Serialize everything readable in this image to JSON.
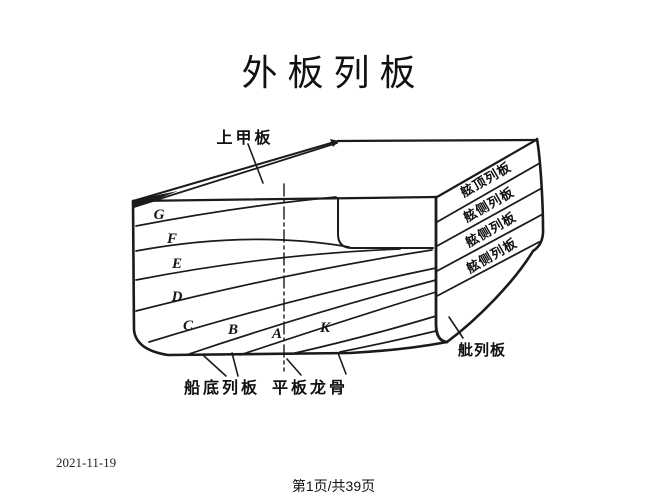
{
  "slide": {
    "title": "外板列板",
    "date": "2021-11-19",
    "page_indicator": "第1页/共39页"
  },
  "diagram": {
    "labels": {
      "upper_deck": "上甲板",
      "sheer_strake": "舷顶列板",
      "side_strake_1": "舷侧列板",
      "side_strake_2": "舷侧列板",
      "side_strake_3": "舷侧列板",
      "bilge_strake": "舭列板",
      "bottom_strake": "船底列板",
      "flat_plate_keel": "平板龙骨"
    },
    "strake_letters": [
      "G",
      "F",
      "E",
      "D",
      "C",
      "B",
      "A",
      "K"
    ],
    "colors": {
      "ink": "#1b1b1b",
      "background": "#ffffff"
    }
  }
}
